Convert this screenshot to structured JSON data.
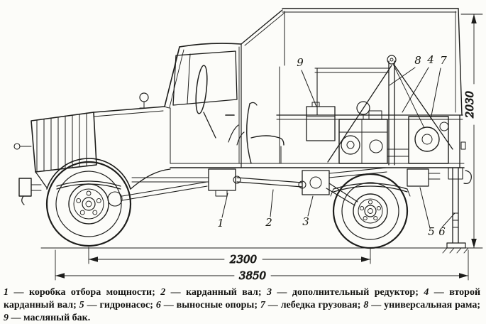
{
  "figure": {
    "ink_color": "#1d1d1b",
    "paper_color": "#fcfcf9",
    "callouts": {
      "c1": "1",
      "c2": "2",
      "c3": "3",
      "c4": "4",
      "c5": "5",
      "c6": "6",
      "c7": "7",
      "c8": "8",
      "c9": "9"
    },
    "dimensions": {
      "wheelbase": "2300",
      "overall_length": "3850",
      "height": "2030"
    }
  },
  "caption": {
    "dash": " — ",
    "items": [
      {
        "num": "1",
        "text": "коробка отбора мощности",
        "tail": "; "
      },
      {
        "num": "2",
        "text": "карданный вал",
        "tail": "; "
      },
      {
        "num": "3",
        "text": "дополнительный редуктор",
        "tail": "; "
      },
      {
        "num": "4",
        "text": "второй карданный вал",
        "tail": "; "
      },
      {
        "num": "5",
        "text": "гидронасос",
        "tail": "; "
      },
      {
        "num": "6",
        "text": "выносные опоры",
        "tail": "; "
      },
      {
        "num": "7",
        "text": "лебедка грузовая",
        "tail": "; "
      },
      {
        "num": "8",
        "text": "универсальная рама",
        "tail": "; "
      },
      {
        "num": "9",
        "text": "масляный бак",
        "tail": "."
      }
    ]
  }
}
